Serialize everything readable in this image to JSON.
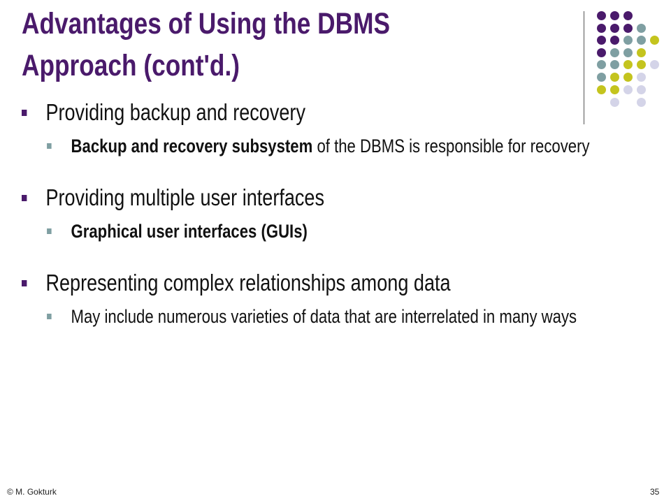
{
  "title": {
    "line1": "Advantages of Using the DBMS",
    "line2": "Approach (cont'd.)"
  },
  "bullets": [
    {
      "text": "Providing backup and recovery",
      "sub": {
        "bold": "Backup and recovery subsystem",
        "rest": " of the DBMS is responsible for recovery"
      }
    },
    {
      "text": "Providing multiple user interfaces",
      "sub": {
        "bold": "Graphical user interfaces (GUIs)",
        "rest": ""
      }
    },
    {
      "text": "Representing complex relationships among data",
      "sub": {
        "bold": "",
        "rest": "May include numerous varieties of data that are interrelated in many ways"
      }
    }
  ],
  "footer": {
    "author": "© M. Gokturk",
    "page_number": "35"
  },
  "colors": {
    "title": "#4a1a6b",
    "purple": "#4a1a6b",
    "teal": "#7f9fa2",
    "olive": "#c4c41e",
    "lavender": "#d4d4e8"
  }
}
